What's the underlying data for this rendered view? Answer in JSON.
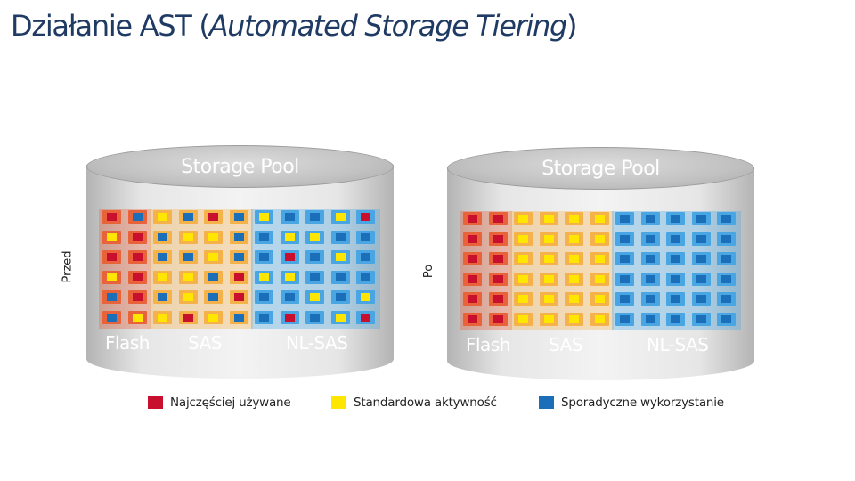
{
  "title": {
    "prefix": "Działanie AST (",
    "italic": "Automated Storage Tiering",
    "suffix": ")"
  },
  "colors": {
    "hot": "#c8102e",
    "standard": "#ffe600",
    "cold": "#1a6fb8",
    "zone_flash": "#e8623a",
    "zone_sas": "#f6b24a",
    "zone_nlsas": "#49a6e3"
  },
  "legend": [
    {
      "key": "hot",
      "label": "Najczęściej używane"
    },
    {
      "key": "standard",
      "label": "Standardowa aktywność"
    },
    {
      "key": "cold",
      "label": "Sporadyczne wykorzystanie"
    }
  ],
  "panels": [
    {
      "side_label": "Przed",
      "pool_label": "Storage Pool",
      "tiers": [
        {
          "label": "Flash",
          "cols": 2
        },
        {
          "label": "SAS",
          "cols": 4
        },
        {
          "label": "NL-SAS",
          "cols": 5
        }
      ],
      "blocks": [
        [
          "hot",
          "cold",
          "standard",
          "cold",
          "hot",
          "cold",
          "standard",
          "cold",
          "cold",
          "standard",
          "hot"
        ],
        [
          "standard",
          "hot",
          "cold",
          "standard",
          "standard",
          "cold",
          "cold",
          "standard",
          "standard",
          "cold",
          "cold"
        ],
        [
          "hot",
          "hot",
          "cold",
          "cold",
          "standard",
          "cold",
          "cold",
          "hot",
          "cold",
          "standard",
          "cold"
        ],
        [
          "standard",
          "hot",
          "standard",
          "standard",
          "cold",
          "hot",
          "standard",
          "standard",
          "cold",
          "cold",
          "cold"
        ],
        [
          "cold",
          "hot",
          "cold",
          "standard",
          "cold",
          "hot",
          "cold",
          "cold",
          "standard",
          "cold",
          "standard"
        ],
        [
          "cold",
          "standard",
          "standard",
          "hot",
          "standard",
          "cold",
          "cold",
          "hot",
          "cold",
          "standard",
          "hot"
        ]
      ]
    },
    {
      "side_label": "Po",
      "pool_label": "Storage Pool",
      "tiers": [
        {
          "label": "Flash",
          "cols": 2
        },
        {
          "label": "SAS",
          "cols": 4
        },
        {
          "label": "NL-SAS",
          "cols": 5
        }
      ],
      "blocks": [
        [
          "hot",
          "hot",
          "standard",
          "standard",
          "standard",
          "standard",
          "cold",
          "cold",
          "cold",
          "cold",
          "cold"
        ],
        [
          "hot",
          "hot",
          "standard",
          "standard",
          "standard",
          "standard",
          "cold",
          "cold",
          "cold",
          "cold",
          "cold"
        ],
        [
          "hot",
          "hot",
          "standard",
          "standard",
          "standard",
          "standard",
          "cold",
          "cold",
          "cold",
          "cold",
          "cold"
        ],
        [
          "hot",
          "hot",
          "standard",
          "standard",
          "standard",
          "standard",
          "cold",
          "cold",
          "cold",
          "cold",
          "cold"
        ],
        [
          "hot",
          "hot",
          "standard",
          "standard",
          "standard",
          "standard",
          "cold",
          "cold",
          "cold",
          "cold",
          "cold"
        ],
        [
          "hot",
          "hot",
          "standard",
          "standard",
          "standard",
          "standard",
          "cold",
          "cold",
          "cold",
          "cold",
          "cold"
        ]
      ]
    }
  ]
}
